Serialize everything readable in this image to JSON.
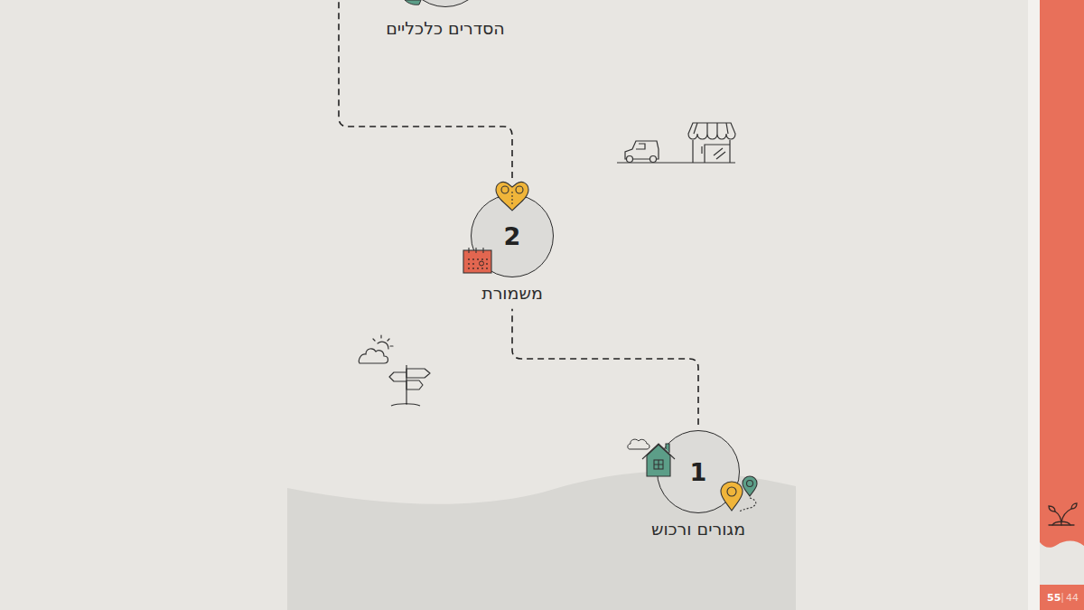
{
  "diagram": {
    "nodes": [
      {
        "text": [
          "1",
          "מגורים ורכוש"
        ]
      },
      {
        "text": [
          "2",
          "משמורת"
        ]
      },
      {
        "text": [
          "הסדרים כלכליים"
        ]
      }
    ],
    "edges": [
      {
        "from": 0,
        "to": 1,
        "arrow": "none"
      },
      {
        "from": 1,
        "to": 2,
        "arrow": "none"
      }
    ],
    "labels": [
      "55",
      "44"
    ]
  }
}
